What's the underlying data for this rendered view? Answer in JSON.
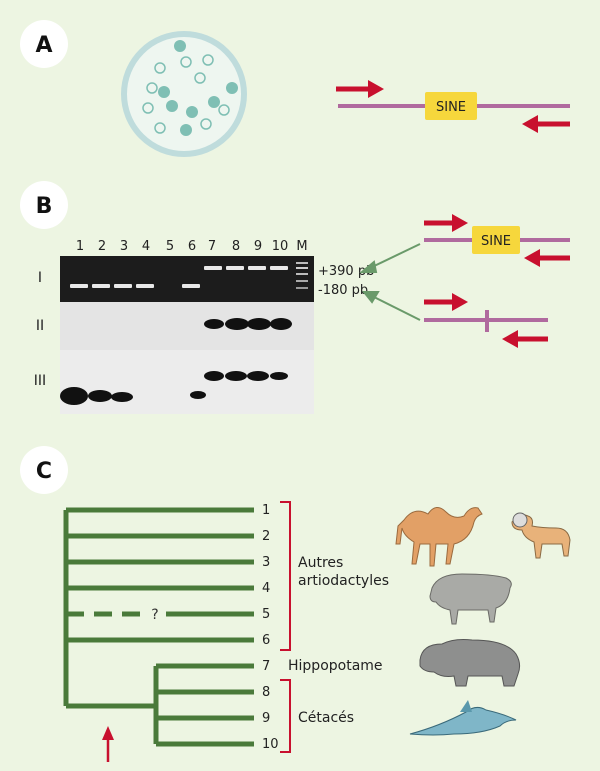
{
  "panels": {
    "a": "A",
    "b": "B",
    "c": "C"
  },
  "sine": "SINE",
  "gel": {
    "lanes": [
      "1",
      "2",
      "3",
      "4",
      "5",
      "6",
      "7",
      "8",
      "9",
      "10",
      "M"
    ],
    "rows": [
      "I",
      "II",
      "III"
    ],
    "size_labels": [
      "+390 pb",
      "-180 pb"
    ]
  },
  "tree": {
    "leaves": [
      "1",
      "2",
      "3",
      "4",
      "5",
      "6",
      "7",
      "8",
      "9",
      "10"
    ],
    "unknown_marker": "?",
    "group_labels": {
      "others_line1": "Autres",
      "others_line2": "artiodactyles",
      "hippo": "Hippopotame",
      "cetaceans": "Cétacés"
    }
  },
  "colors": {
    "background": "#edf5e2",
    "arrow_red": "#c8102e",
    "sine_box": "#f6d73c",
    "dna_line": "#b06a9e",
    "tree_green": "#4a7a3a",
    "bracket_red": "#c8102e",
    "petri": "#bfdcdc"
  },
  "icons": [
    "camel-icon",
    "ram-icon",
    "pig-icon",
    "hippopotamus-icon",
    "dolphin-icon"
  ]
}
